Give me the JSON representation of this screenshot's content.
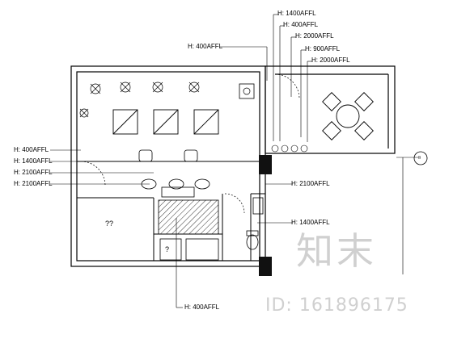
{
  "labels": {
    "top": [
      "H: 1400AFFL",
      "H: 400AFFL",
      "H: 2000AFFL",
      "H: 900AFFL",
      "H: 2000AFFL"
    ],
    "left": [
      "H: 400AFFL",
      "H: 1400AFFL",
      "H: 2100AFFL",
      "H: 2100AFFL"
    ],
    "right": [
      "H: 2100AFFL",
      "H: 1400AFFL"
    ],
    "top_left": "H: 400AFFL",
    "bottom": "H: 400AFFL",
    "room_a": "??",
    "room_b": "?",
    "section_marker": "B"
  },
  "watermark": {
    "cn": "知末",
    "id": "ID: 161896175"
  },
  "colors": {
    "line": "#000000",
    "watermark": "#d0d0d0",
    "column": "#111111"
  }
}
